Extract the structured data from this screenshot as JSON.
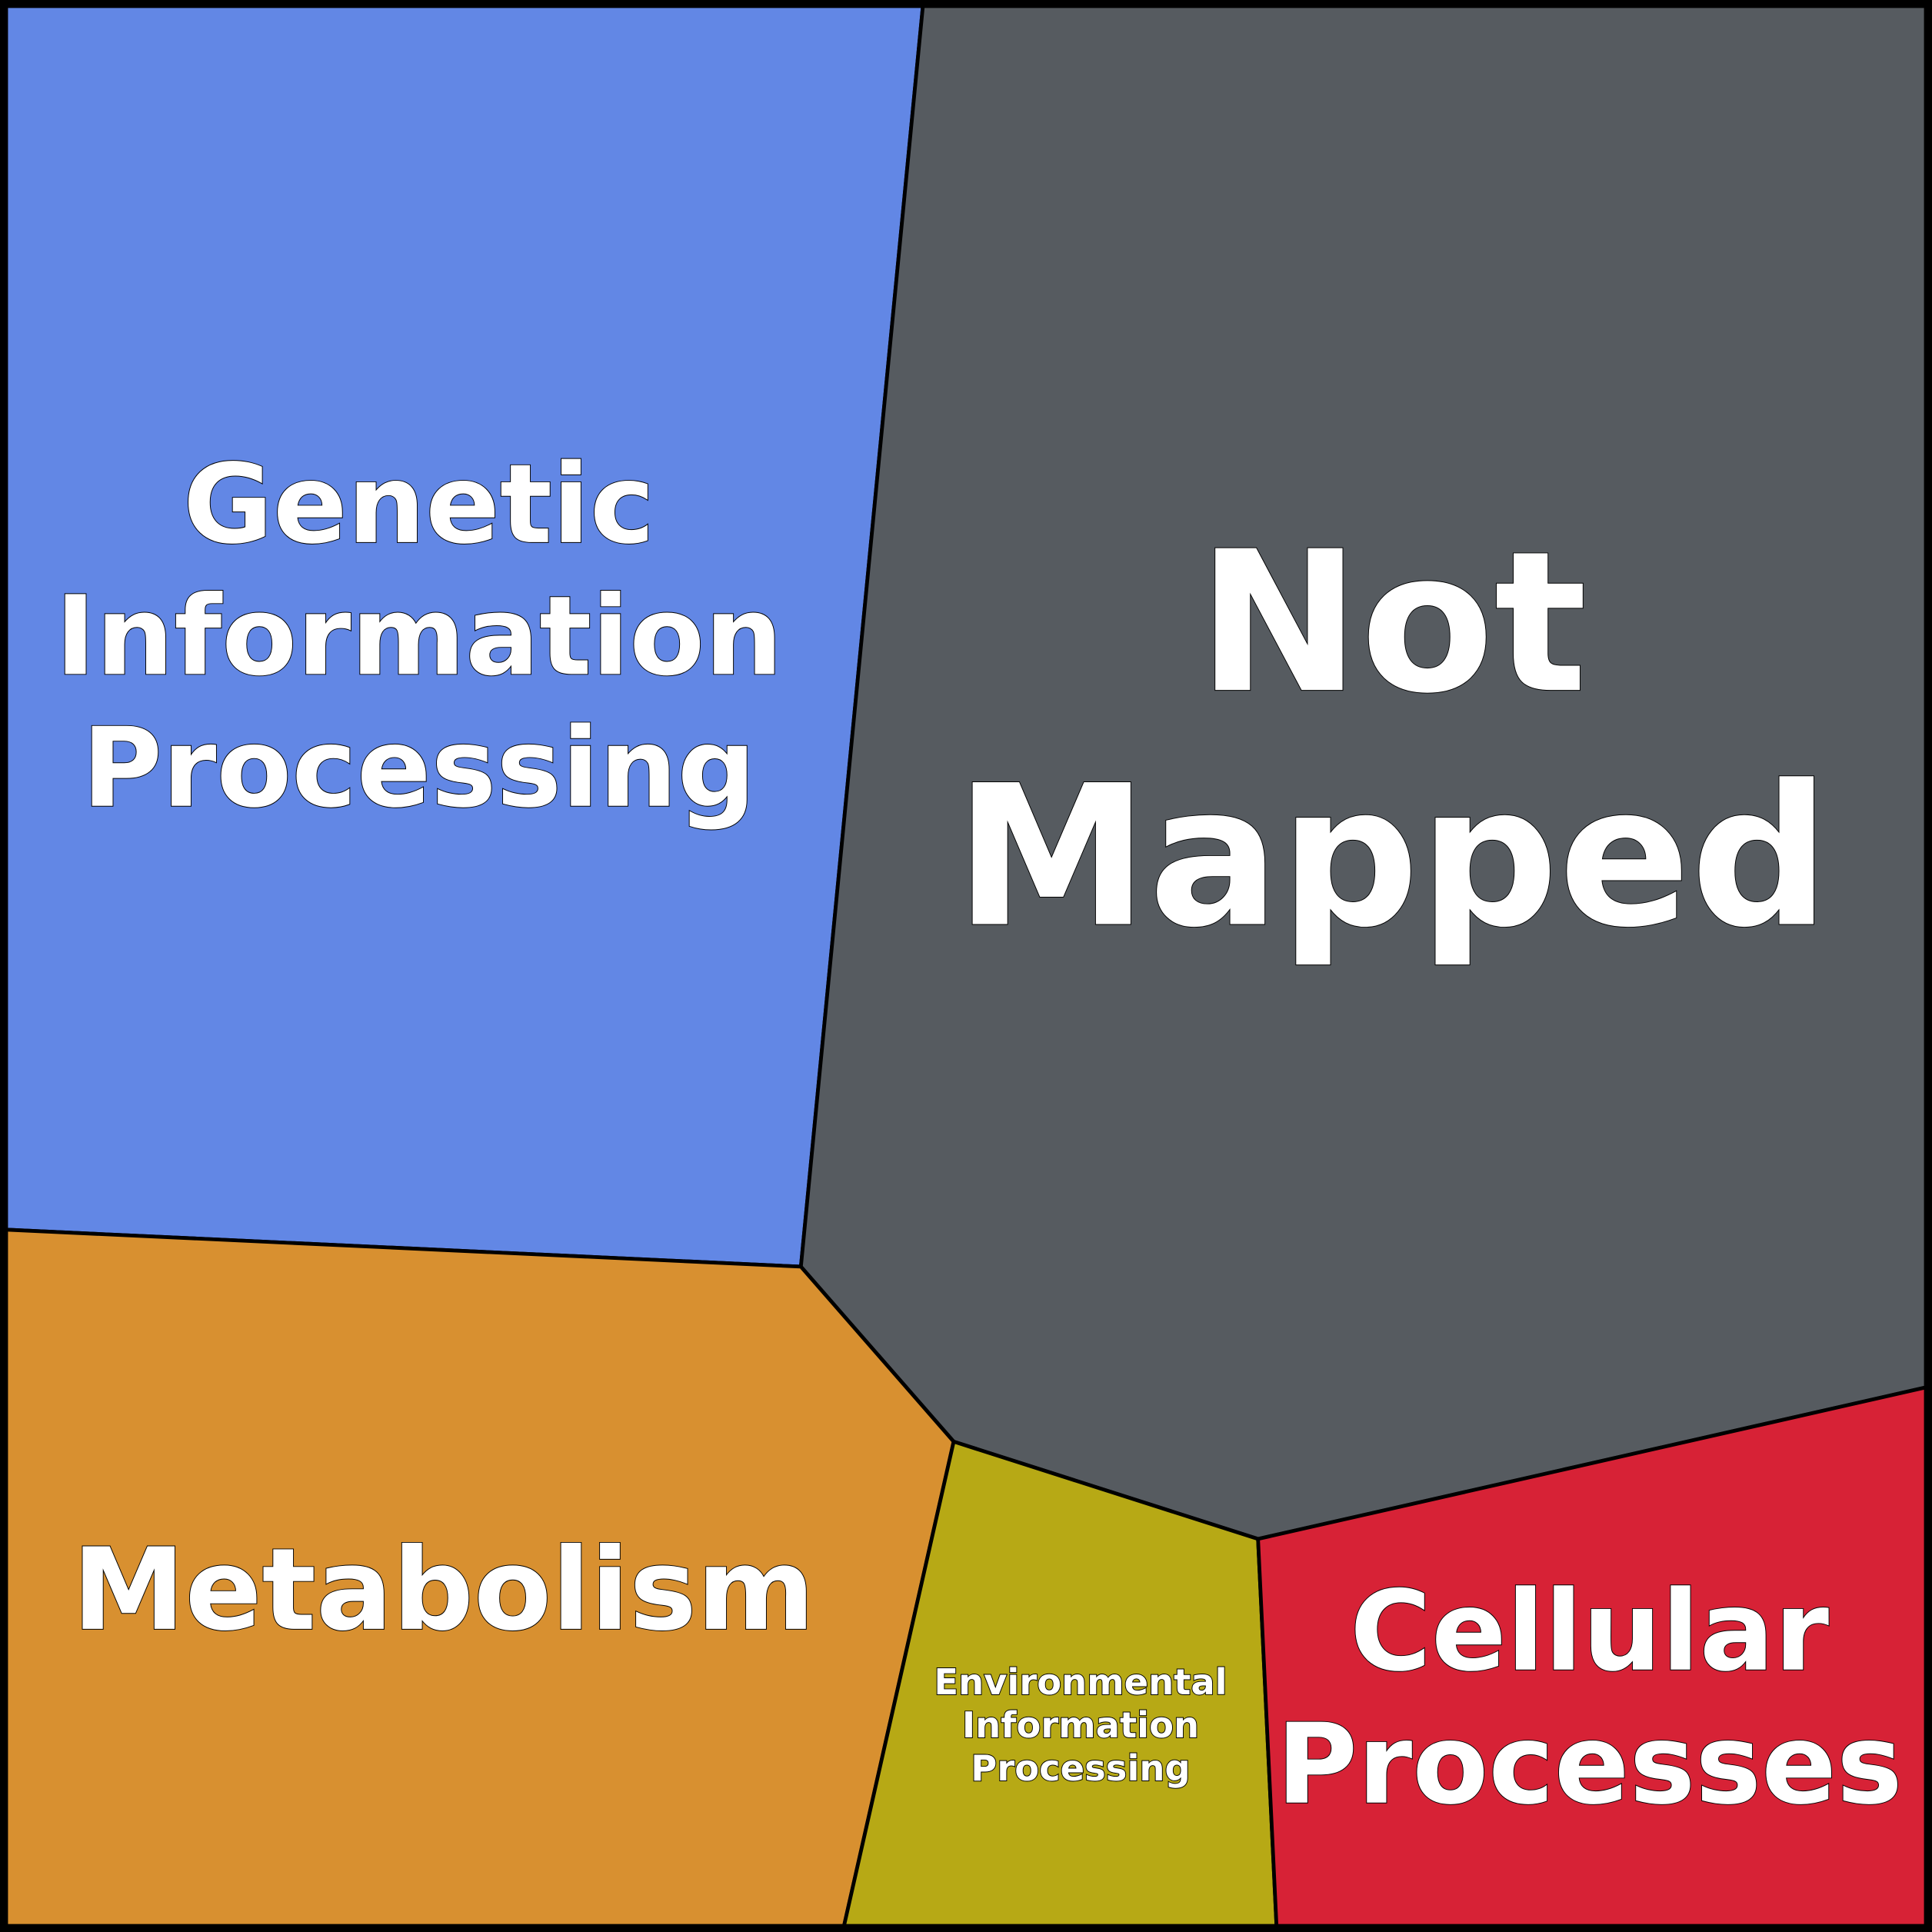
{
  "chart_data": {
    "type": "treemap",
    "subtype": "voronoi",
    "title": "",
    "cells": [
      {
        "id": "genetic",
        "label_lines": [
          "Genetic",
          "Information",
          "Processing"
        ],
        "color": "#6287E5",
        "approx_area_pct": 28
      },
      {
        "id": "not_mapped",
        "label_lines": [
          "Not",
          "Mapped"
        ],
        "color": "#565B60",
        "approx_area_pct": 40
      },
      {
        "id": "metabolism",
        "label_lines": [
          "Metabolism"
        ],
        "color": "#D89030",
        "approx_area_pct": 18
      },
      {
        "id": "environmental",
        "label_lines": [
          "Environmental",
          "Information",
          "Processing"
        ],
        "color": "#B7A915",
        "approx_area_pct": 5
      },
      {
        "id": "cellular",
        "label_lines": [
          "Cellular",
          "Processes"
        ],
        "color": "#D72236",
        "approx_area_pct": 9
      }
    ]
  }
}
